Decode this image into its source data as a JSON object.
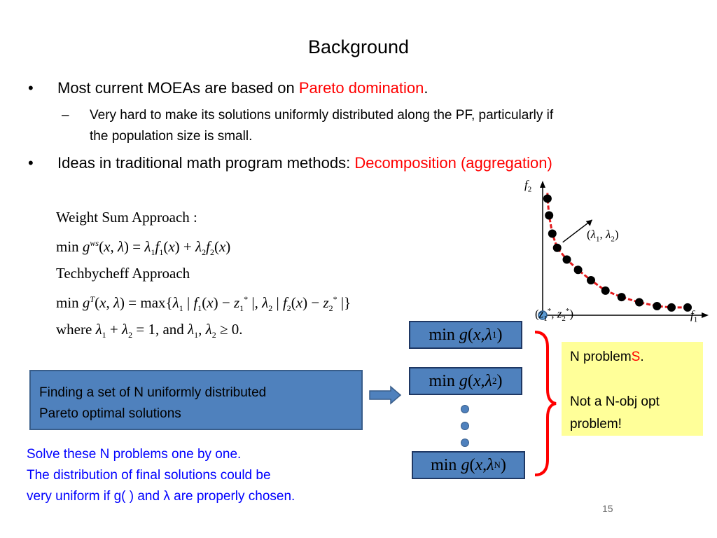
{
  "slide": {
    "title": "Background",
    "bullet1": {
      "text": "Most current MOEAs are based on ",
      "highlight": "Pareto domination",
      "end": "."
    },
    "sub1": {
      "dash": "–",
      "line1": "Very hard to make its solutions uniformly distributed along the PF,  particularly if",
      "line2": "the population size is small."
    },
    "bullet2": {
      "text": "Ideas in traditional math program methods: ",
      "highlight": "Decomposition (aggregation)"
    },
    "bullet_char": "•",
    "equations": {
      "ws_label": "Weight Sum Approach :",
      "techby_label": "Techbycheff  Approach",
      "where_label": "where"
    },
    "left_box": {
      "line1": "Finding a set of N uniformly distributed",
      "line2": "Pareto optimal solutions"
    },
    "problems": {
      "first_sup": "1",
      "second_sup": "2",
      "last_sup": "N"
    },
    "note_box": {
      "line1_a": "N problem",
      "line1_b": "S",
      "line1_c": ".",
      "line2": "Not a N-obj opt",
      "line3": "problem!"
    },
    "bottom_text": {
      "line1": "Solve these N problems one by one.",
      "line2": "The distribution of final solutions could be",
      "line3": "very uniform if g( ) and λ are properly chosen."
    },
    "page_number": "15",
    "colors": {
      "accent_red": "#ff0000",
      "blue_text": "#0000ff",
      "box_blue": "#4f81bd",
      "note_yellow": "#ffff99"
    }
  },
  "chart_data": {
    "type": "scatter",
    "xlabel": "f1",
    "ylabel": "f2",
    "ideal_point_label": "(z1*, z2*)",
    "weight_label": "(λ1, λ2)",
    "points": [
      [
        0.03,
        0.9
      ],
      [
        0.04,
        0.77
      ],
      [
        0.06,
        0.63
      ],
      [
        0.09,
        0.52
      ],
      [
        0.15,
        0.43
      ],
      [
        0.22,
        0.35
      ],
      [
        0.3,
        0.27
      ],
      [
        0.39,
        0.19
      ],
      [
        0.49,
        0.14
      ],
      [
        0.6,
        0.1
      ],
      [
        0.71,
        0.07
      ],
      [
        0.8,
        0.06
      ],
      [
        0.9,
        0.06
      ]
    ],
    "ideal_point": [
      0,
      0
    ],
    "front_color": "#e31a1c",
    "point_color": "#000000"
  }
}
